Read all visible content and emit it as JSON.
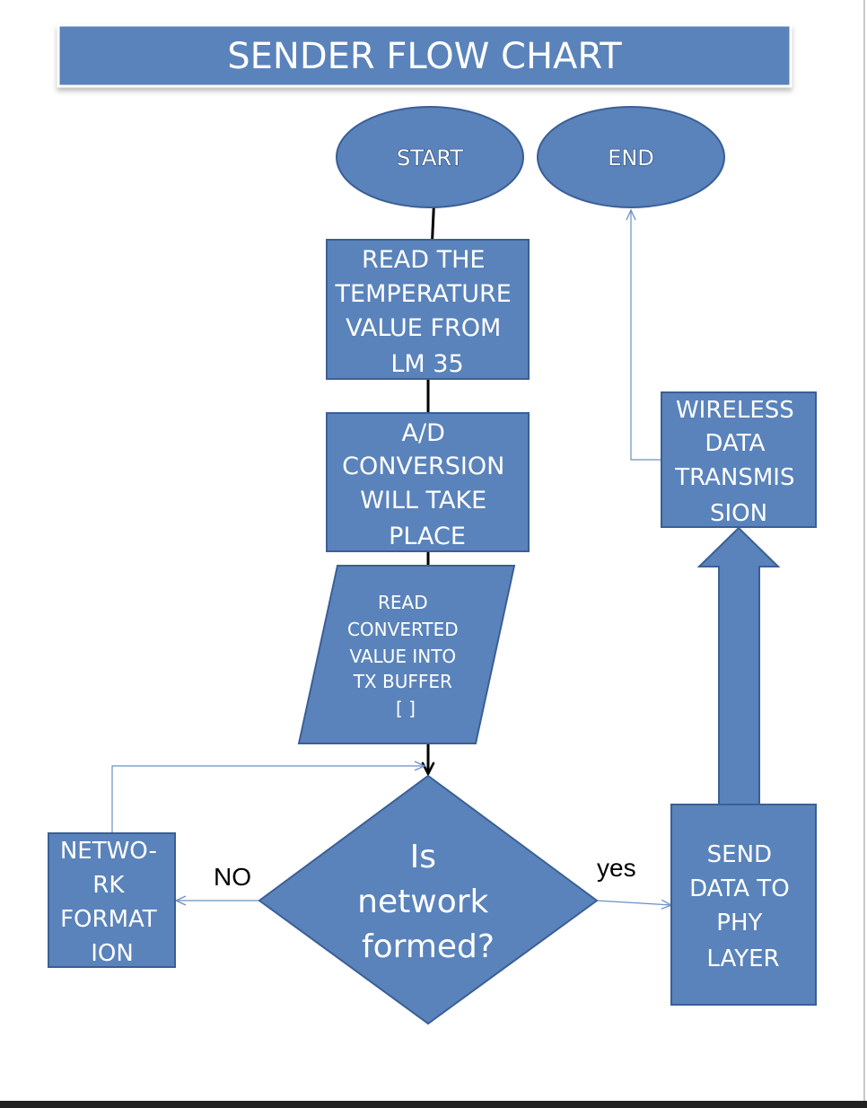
{
  "title": "SENDER FLOW CHART",
  "colors": {
    "fill": "#5a83bb",
    "stroke": "#3b5f96",
    "text": "#ffffff",
    "connector": "#6b8fc4",
    "arrow_dark": "#000000"
  },
  "nodes": {
    "start": "START",
    "end": "END",
    "read_temp": [
      "READ THE",
      "TEMPERATURE",
      "VALUE FROM",
      "LM 35"
    ],
    "ad_conversion": [
      "A/D",
      "CONVERSION",
      "WILL TAKE",
      "PLACE"
    ],
    "read_buffer": [
      "READ",
      "CONVERTED",
      "VALUE INTO",
      "TX BUFFER",
      "[ ]"
    ],
    "decision": [
      "Is",
      "network",
      "formed?"
    ],
    "network_formation": [
      "NETWO-",
      "RK",
      "FORMAT",
      "ION"
    ],
    "send_phy": [
      "SEND",
      "DATA TO",
      "PHY",
      "LAYER"
    ],
    "wireless": [
      "WIRELESS",
      "DATA",
      "TRANSMIS",
      "SION"
    ]
  },
  "edge_labels": {
    "no": "NO",
    "yes": "yes"
  }
}
